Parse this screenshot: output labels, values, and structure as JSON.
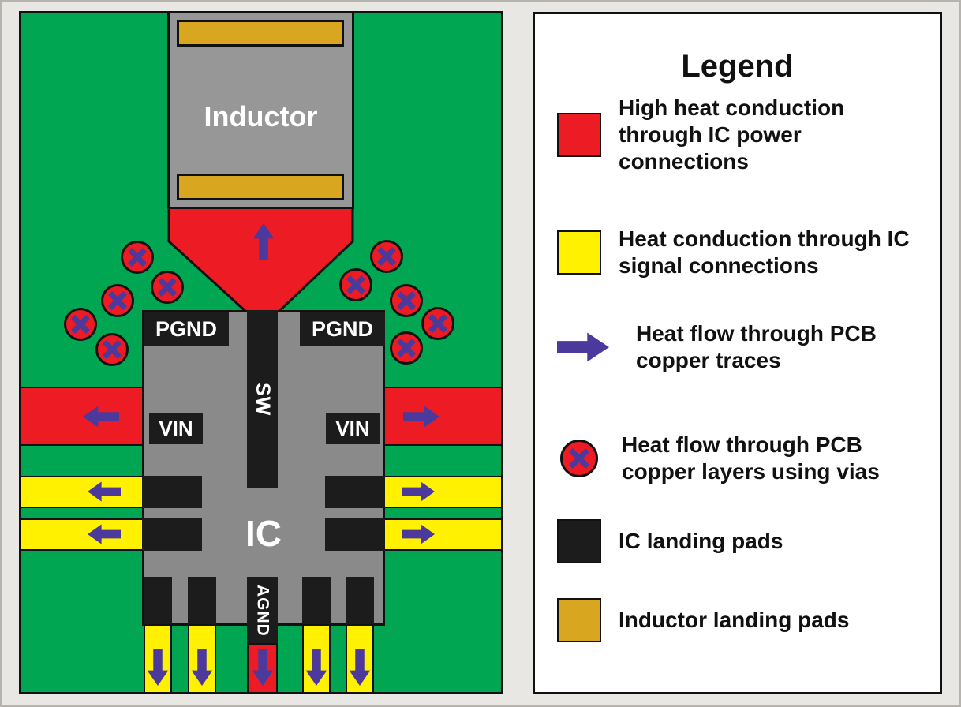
{
  "pcb": {
    "inductor_label": "Inductor",
    "ic_label": "IC",
    "pads": {
      "pgnd_left": "PGND",
      "pgnd_right": "PGND",
      "sw": "SW",
      "vin_left": "VIN",
      "vin_right": "VIN",
      "agnd": "AGND"
    }
  },
  "legend": {
    "title": "Legend",
    "items": [
      {
        "icon": "red-square",
        "label": "High heat conduction through IC power connections"
      },
      {
        "icon": "yellow-square",
        "label": "Heat conduction through IC signal connections"
      },
      {
        "icon": "purple-arrow-right",
        "label": "Heat flow through PCB copper traces"
      },
      {
        "icon": "red-via-circle",
        "label": "Heat flow through PCB copper layers using vias"
      },
      {
        "icon": "black-square",
        "label": "IC landing pads"
      },
      {
        "icon": "gold-square",
        "label": "Inductor landing pads"
      }
    ]
  },
  "colors": {
    "pcb_green": "#00A651",
    "heat_red": "#EC1B24",
    "signal_yellow": "#FFF100",
    "ic_gray": "#8A8A8A",
    "inductor_gray": "#979797",
    "pad_black": "#1C1C1C",
    "inductor_pad_gold": "#D9A620",
    "arrow_purple": "#4B3A9C"
  }
}
